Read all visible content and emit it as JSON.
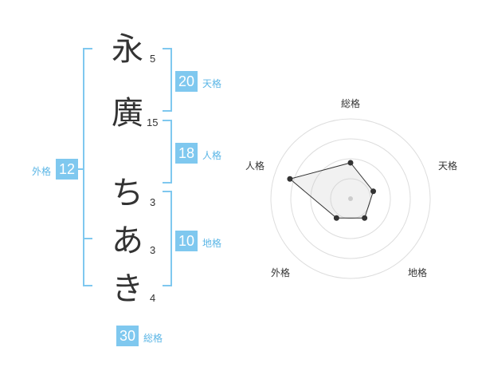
{
  "name_chars": [
    {
      "char": "永",
      "strokes": "5"
    },
    {
      "char": "廣",
      "strokes": "15"
    },
    {
      "char": "ち",
      "strokes": "3"
    },
    {
      "char": "あ",
      "strokes": "3"
    },
    {
      "char": "き",
      "strokes": "4"
    }
  ],
  "fortune": {
    "tenkaku": {
      "value": "20",
      "label": "天格"
    },
    "jinkaku": {
      "value": "18",
      "label": "人格"
    },
    "chikaku": {
      "value": "10",
      "label": "地格"
    },
    "gaikaku": {
      "value": "12",
      "label": "外格"
    },
    "soukaku": {
      "value": "30",
      "label": "総格"
    }
  },
  "colors": {
    "accent": "#7fc8ef",
    "label": "#5bb6e6",
    "text": "#333333",
    "ring": "#dddddd"
  },
  "chart_data": {
    "type": "radar",
    "axes": [
      "総格",
      "天格",
      "地格",
      "外格",
      "人格"
    ],
    "values": [
      0.45,
      0.3,
      0.3,
      0.3,
      0.8
    ],
    "rings": 4
  }
}
